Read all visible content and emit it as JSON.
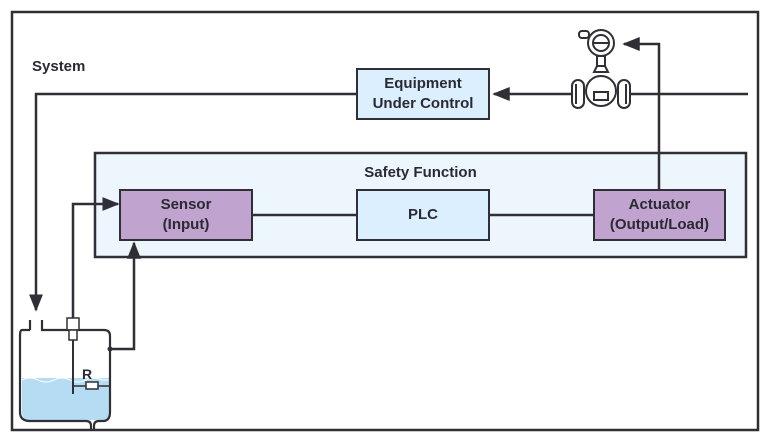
{
  "diagram": {
    "type": "safety-function-block-diagram",
    "system_label": "System",
    "safety_function_label": "Safety Function",
    "blocks": {
      "equipment": {
        "label": "Equipment\nUnder Control",
        "role": "equipment-under-control"
      },
      "sensor": {
        "label": "Sensor\n(Input)",
        "role": "input"
      },
      "plc": {
        "label": "PLC",
        "role": "logic-solver"
      },
      "actuator": {
        "label": "Actuator\n(Output/Load)",
        "role": "output"
      }
    },
    "tank": {
      "resistor_label": "R"
    },
    "connections": [
      {
        "from": "pipe-inlet",
        "to": "flow-meter",
        "arrow": "left"
      },
      {
        "from": "flow-meter",
        "to": "equipment",
        "arrow": "left"
      },
      {
        "from": "equipment",
        "to": "tank",
        "arrow": "down"
      },
      {
        "from": "tank-probe",
        "to": "sensor",
        "arrow": "right"
      },
      {
        "from": "tank-wall",
        "to": "sensor",
        "arrow": "up"
      },
      {
        "from": "sensor",
        "to": "plc",
        "arrow": "none"
      },
      {
        "from": "plc",
        "to": "actuator",
        "arrow": "none"
      },
      {
        "from": "actuator",
        "to": "flow-meter",
        "arrow": "left"
      }
    ],
    "colors": {
      "line": "#2f2f35",
      "equipment_fill": "#dcefff",
      "plc_fill": "#dcefff",
      "sensor_fill": "#c0a3cf",
      "actuator_fill": "#c0a3cf",
      "safety_panel_fill": "#eef6fd",
      "liquid_fill": "#b6dcf3"
    }
  }
}
